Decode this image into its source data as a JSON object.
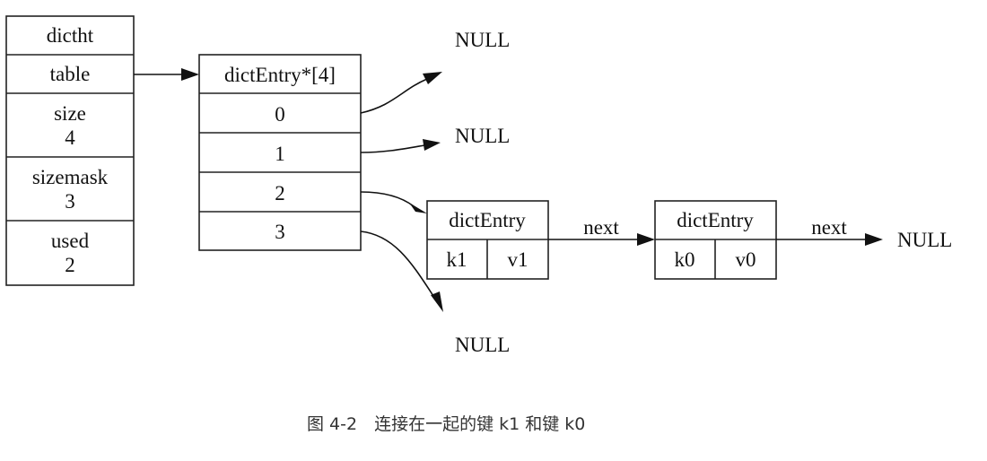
{
  "dictht": {
    "title": "dictht",
    "table": "table",
    "size": {
      "label": "size",
      "value": "4"
    },
    "sizemask": {
      "label": "sizemask",
      "value": "3"
    },
    "used": {
      "label": "used",
      "value": "2"
    }
  },
  "array": {
    "title": "dictEntry*[4]",
    "slots": [
      "0",
      "1",
      "2",
      "3"
    ]
  },
  "entries": [
    {
      "title": "dictEntry",
      "key": "k1",
      "value": "v1"
    },
    {
      "title": "dictEntry",
      "key": "k0",
      "value": "v0"
    }
  ],
  "null_label": "NULL",
  "next_label": "next",
  "caption": "图 4-2　连接在一起的键 k1 和键 k0"
}
